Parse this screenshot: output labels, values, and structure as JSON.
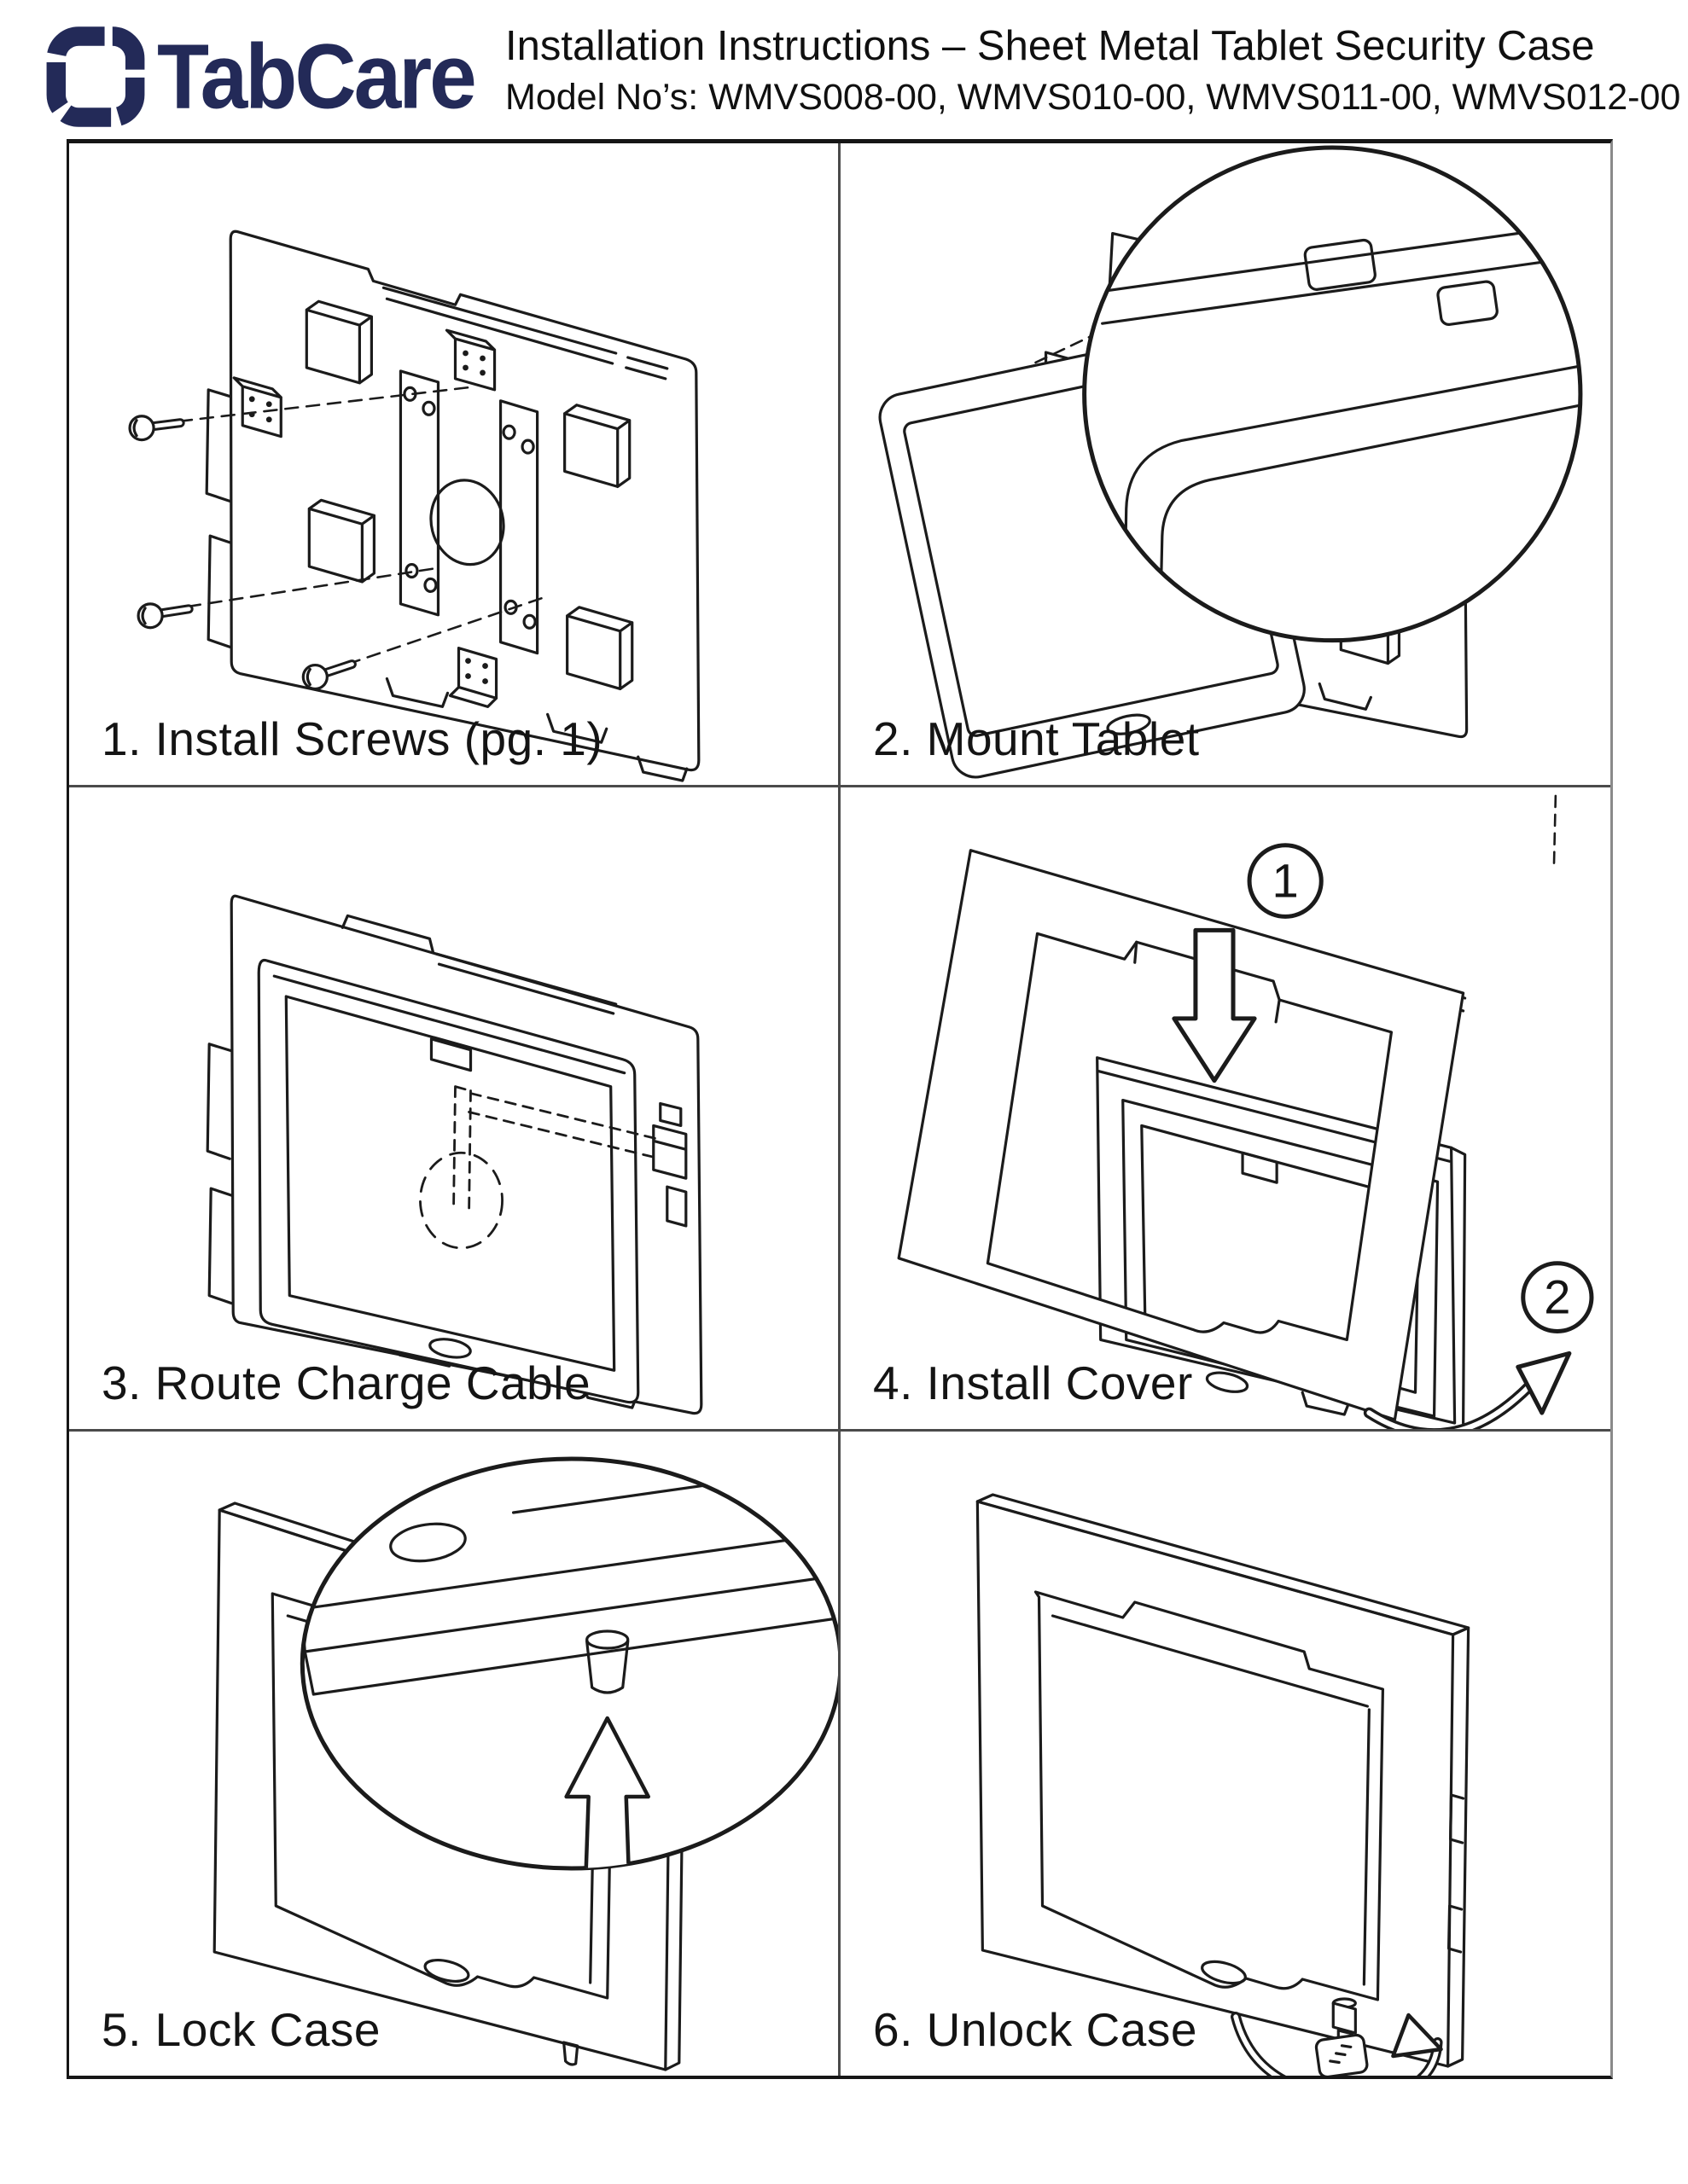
{
  "header": {
    "logo_text": "TabCare",
    "brand_color": "#232a58",
    "title": "Installation Instructions – Sheet Metal Tablet Security Case",
    "models_line": "Model No’s: WMVS008-00, WMVS010-00, WMVS011-00, WMVS012-00"
  },
  "steps": [
    {
      "caption": "1. Install Screws (pg. 1)",
      "illustration": "exploded-back-plate-with-screws"
    },
    {
      "caption": "2. Mount Tablet",
      "illustration": "tablet-into-back-plate-with-magnifier-detail"
    },
    {
      "caption": "3. Route Charge Cable",
      "illustration": "mounted-tablet-dashed-cable-route"
    },
    {
      "caption": "4. Install Cover",
      "illustration": "cover-hook-then-rotate",
      "callouts": [
        "1",
        "2"
      ]
    },
    {
      "caption": "5. Lock Case",
      "illustration": "push-lock-pin-magnifier-detail"
    },
    {
      "caption": "6. Unlock Case",
      "illustration": "key-turn-to-unlock"
    }
  ]
}
